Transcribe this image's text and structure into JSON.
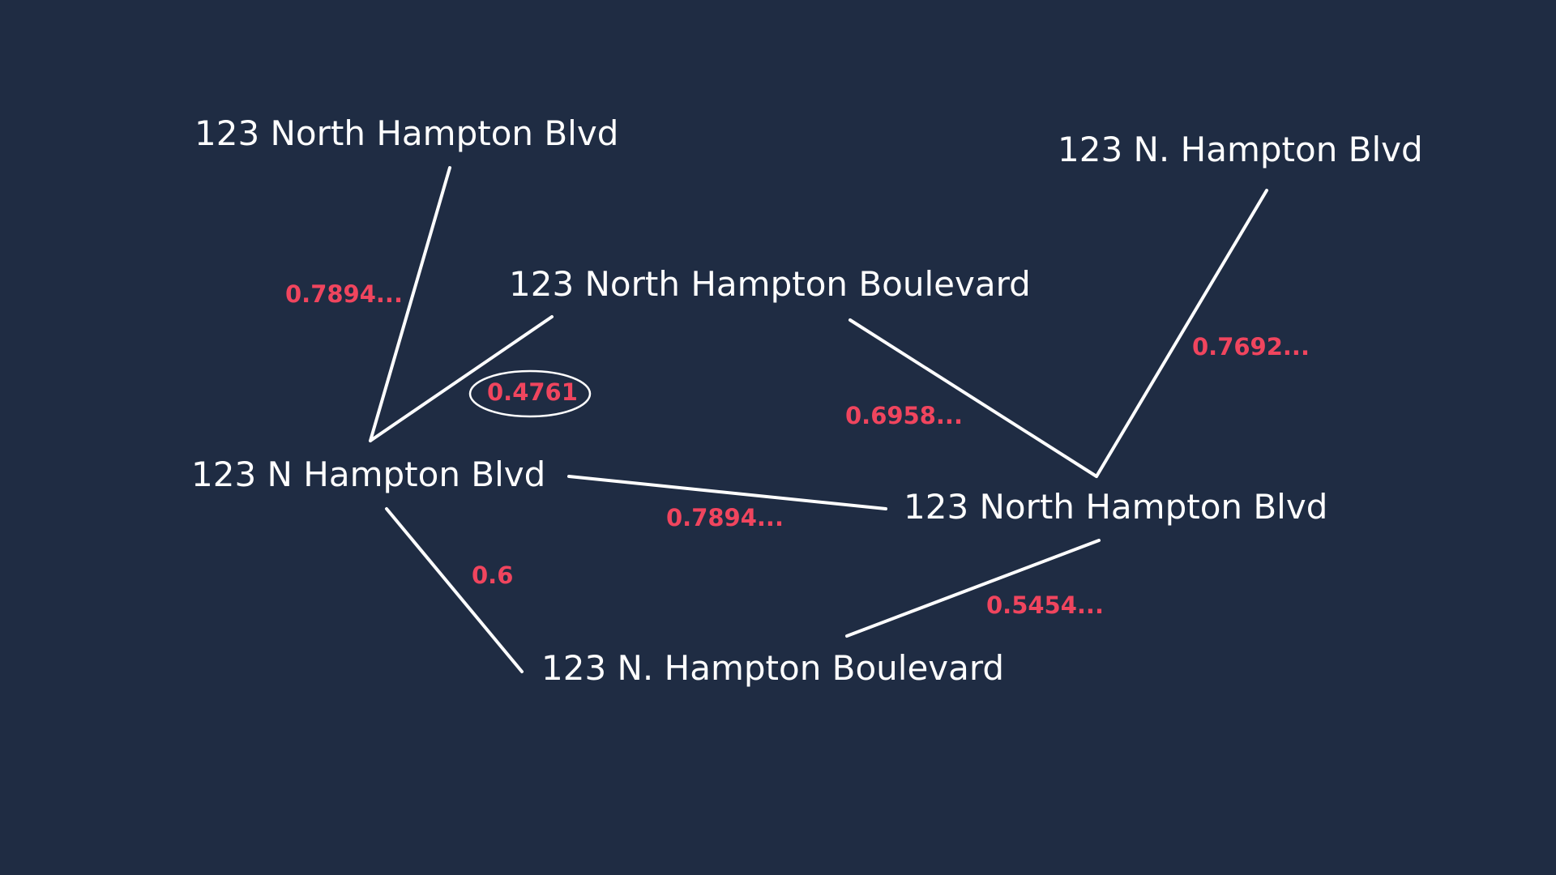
{
  "colors": {
    "background": "#1f2c43",
    "node_text": "#ffffff",
    "edge": "#ffffff",
    "weight_text": "#f0455e",
    "highlight_ring": "#ffffff"
  },
  "nodes": {
    "north_hampton_blvd_top": "123 North Hampton Blvd",
    "north_hampton_boulevard": "123 North Hampton Boulevard",
    "n_dot_hampton_blvd": "123 N. Hampton Blvd",
    "n_hampton_blvd": "123 N Hampton Blvd",
    "north_hampton_blvd_right": "123 North Hampton Blvd",
    "n_dot_hampton_boulevard": "123 N. Hampton Boulevard"
  },
  "edges": [
    {
      "from": "north_hampton_blvd_top",
      "to": "n_hampton_blvd",
      "weight": "0.7894...",
      "highlighted": false
    },
    {
      "from": "north_hampton_boulevard",
      "to": "n_hampton_blvd",
      "weight": "0.4761",
      "highlighted": true
    },
    {
      "from": "north_hampton_boulevard",
      "to": "north_hampton_blvd_right",
      "weight": "0.6958...",
      "highlighted": false
    },
    {
      "from": "n_dot_hampton_blvd",
      "to": "north_hampton_blvd_right",
      "weight": "0.7692...",
      "highlighted": false
    },
    {
      "from": "n_hampton_blvd",
      "to": "north_hampton_blvd_right",
      "weight": "0.7894...",
      "highlighted": false
    },
    {
      "from": "n_hampton_blvd",
      "to": "n_dot_hampton_boulevard",
      "weight": "0.6",
      "highlighted": false
    },
    {
      "from": "north_hampton_blvd_right",
      "to": "n_dot_hampton_boulevard",
      "weight": "0.5454...",
      "highlighted": false
    }
  ]
}
